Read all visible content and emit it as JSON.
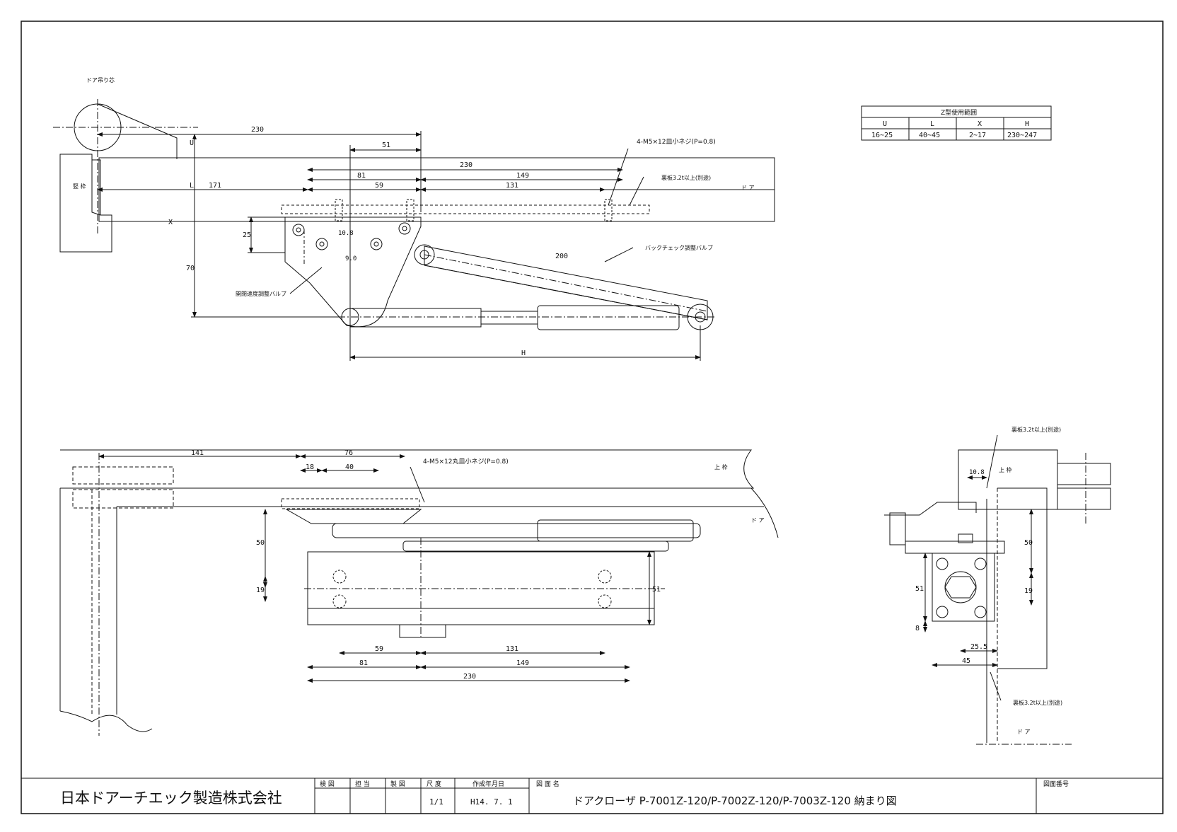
{
  "drawing": {
    "door_pivot_label": "ドア吊り芯",
    "frame_label_side": "竪 枠",
    "door_label": "ド ア",
    "top_frame_label": "上 枠",
    "screw_note": "4-M5×12皿小ネジ(P=0.8)",
    "screw_note_plan": "4-M5×12丸皿小ネジ(P=0.8)",
    "backing_plate_note": "裏板3.2t以上(別途)",
    "backcheck_valve": "バックチェック調整バルブ",
    "speed_valve": "開閉速度調整バルブ",
    "dims_elevation": {
      "d230_top": "230",
      "d51": "51",
      "d230_door": "230",
      "d81": "81",
      "d149": "149",
      "d171": "171",
      "d59": "59",
      "d131": "131",
      "d25": "25",
      "d10_8": "10.8",
      "d9_0": "9.0",
      "d70": "70",
      "d200": "200",
      "dH": "H",
      "dU": "U",
      "dL": "L",
      "dX": "X"
    },
    "dims_plan": {
      "d141": "141",
      "d76": "76",
      "d18": "18",
      "d40": "40",
      "d50": "50",
      "d19": "19",
      "d51": "51",
      "d59": "59",
      "d131": "131",
      "d81": "81",
      "d149": "149",
      "d230": "230"
    },
    "dims_side": {
      "d10_8": "10.8",
      "d50": "50",
      "d51": "51",
      "d19": "19",
      "d8": "8",
      "d25_5": "25.5",
      "d45": "45"
    }
  },
  "range_table": {
    "title": "Z型使用範囲",
    "headers": [
      "U",
      "L",
      "X",
      "H"
    ],
    "values": [
      "16~25",
      "40~45",
      "2~17",
      "230~247"
    ]
  },
  "title_block": {
    "company": "日本ドアーチエック製造株式会社",
    "col_check": "検 図",
    "col_charge": "担 当",
    "col_drawn": "製 図",
    "col_scale": "尺 度",
    "col_date": "作成年月日",
    "col_name": "図 面 名",
    "col_number": "図面番号",
    "scale": "1/1",
    "date": "H14. 7. 1",
    "drawing_name": "ドアクローザ P-7001Z-120/P-7002Z-120/P-7003Z-120 納まり図",
    "drawing_number": ""
  }
}
